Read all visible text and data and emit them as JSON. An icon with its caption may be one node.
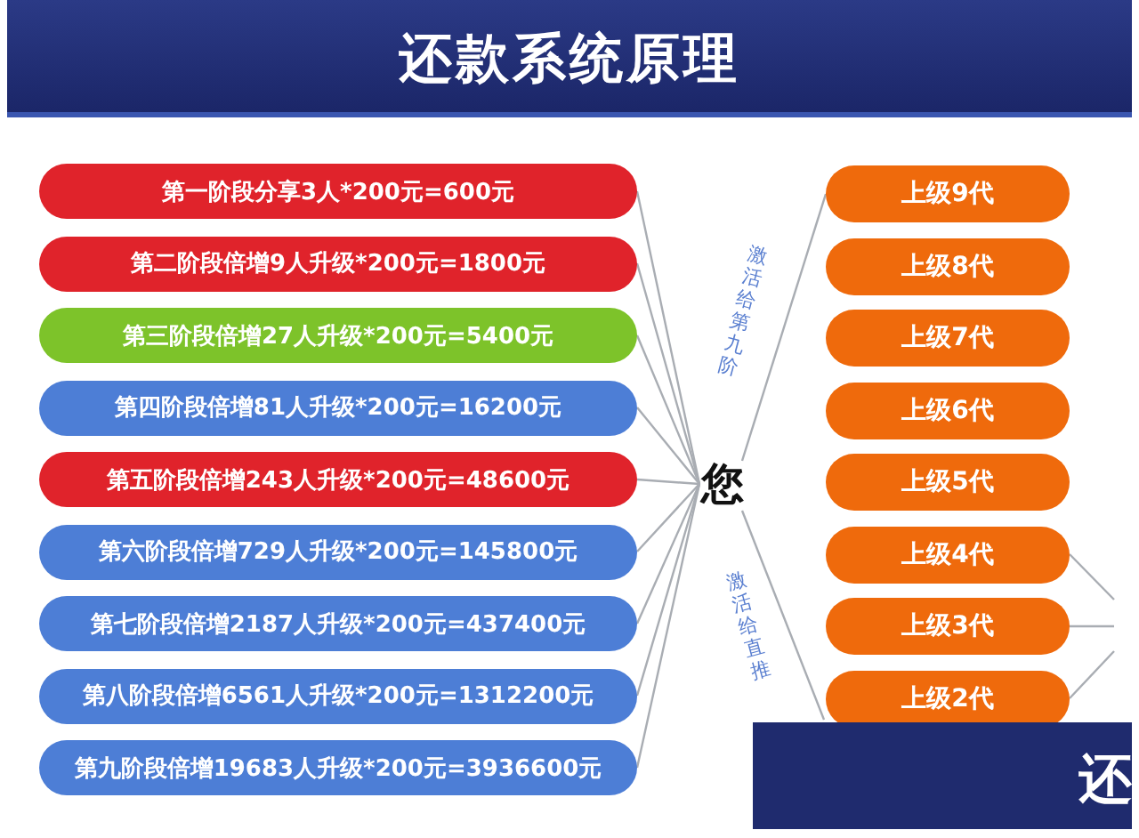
{
  "diagram": {
    "title": "还款系统原理",
    "nodes": [
      {
        "text": [
          "第一阶段分享3人*200元=600元"
        ]
      },
      {
        "text": [
          "第二阶段倍增9人升级*200元=1800元"
        ]
      },
      {
        "text": [
          "第三阶段倍增27人升级*200元=5400元"
        ]
      },
      {
        "text": [
          "第四阶段倍增81人升级*200元=16200元"
        ]
      },
      {
        "text": [
          "第五阶段倍增243人升级*200元=48600元"
        ]
      },
      {
        "text": [
          "第六阶段倍增729人升级*200元=145800元"
        ]
      },
      {
        "text": [
          "第七阶段倍增2187人升级*200元=437400元"
        ]
      },
      {
        "text": [
          "第八阶段倍增6561人升级*200元=1312200元"
        ]
      },
      {
        "text": [
          "第九阶段倍增19683人升级*200元=3936600元"
        ]
      },
      {
        "text": [
          "您"
        ]
      },
      {
        "text": [
          "上级9代"
        ]
      },
      {
        "text": [
          "上级8代"
        ]
      },
      {
        "text": [
          "上级7代"
        ]
      },
      {
        "text": [
          "上级6代"
        ]
      },
      {
        "text": [
          "上级5代"
        ]
      },
      {
        "text": [
          "上级4代"
        ]
      },
      {
        "text": [
          "上级3代"
        ]
      },
      {
        "text": [
          "上级2代"
        ]
      }
    ],
    "edges": [
      {
        "from": 0,
        "to": 9,
        "arrow": "none"
      },
      {
        "from": 1,
        "to": 9,
        "arrow": "none"
      },
      {
        "from": 2,
        "to": 9,
        "arrow": "none"
      },
      {
        "from": 3,
        "to": 9,
        "arrow": "none"
      },
      {
        "from": 4,
        "to": 9,
        "arrow": "none"
      },
      {
        "from": 5,
        "to": 9,
        "arrow": "none"
      },
      {
        "from": 6,
        "to": 9,
        "arrow": "none"
      },
      {
        "from": 7,
        "to": 9,
        "arrow": "none"
      },
      {
        "from": 8,
        "to": 9,
        "arrow": "none"
      },
      {
        "from": 9,
        "to": 10,
        "arrow": "none",
        "label": "激活给第九阶"
      },
      {
        "from": 9,
        "to": 17,
        "arrow": "none",
        "label": "激活给直推"
      },
      {
        "from": 15,
        "to": null,
        "arrow": "none"
      },
      {
        "from": 16,
        "to": null,
        "arrow": "none"
      },
      {
        "from": 17,
        "to": null,
        "arrow": "none"
      }
    ],
    "labels": [
      "还"
    ]
  }
}
